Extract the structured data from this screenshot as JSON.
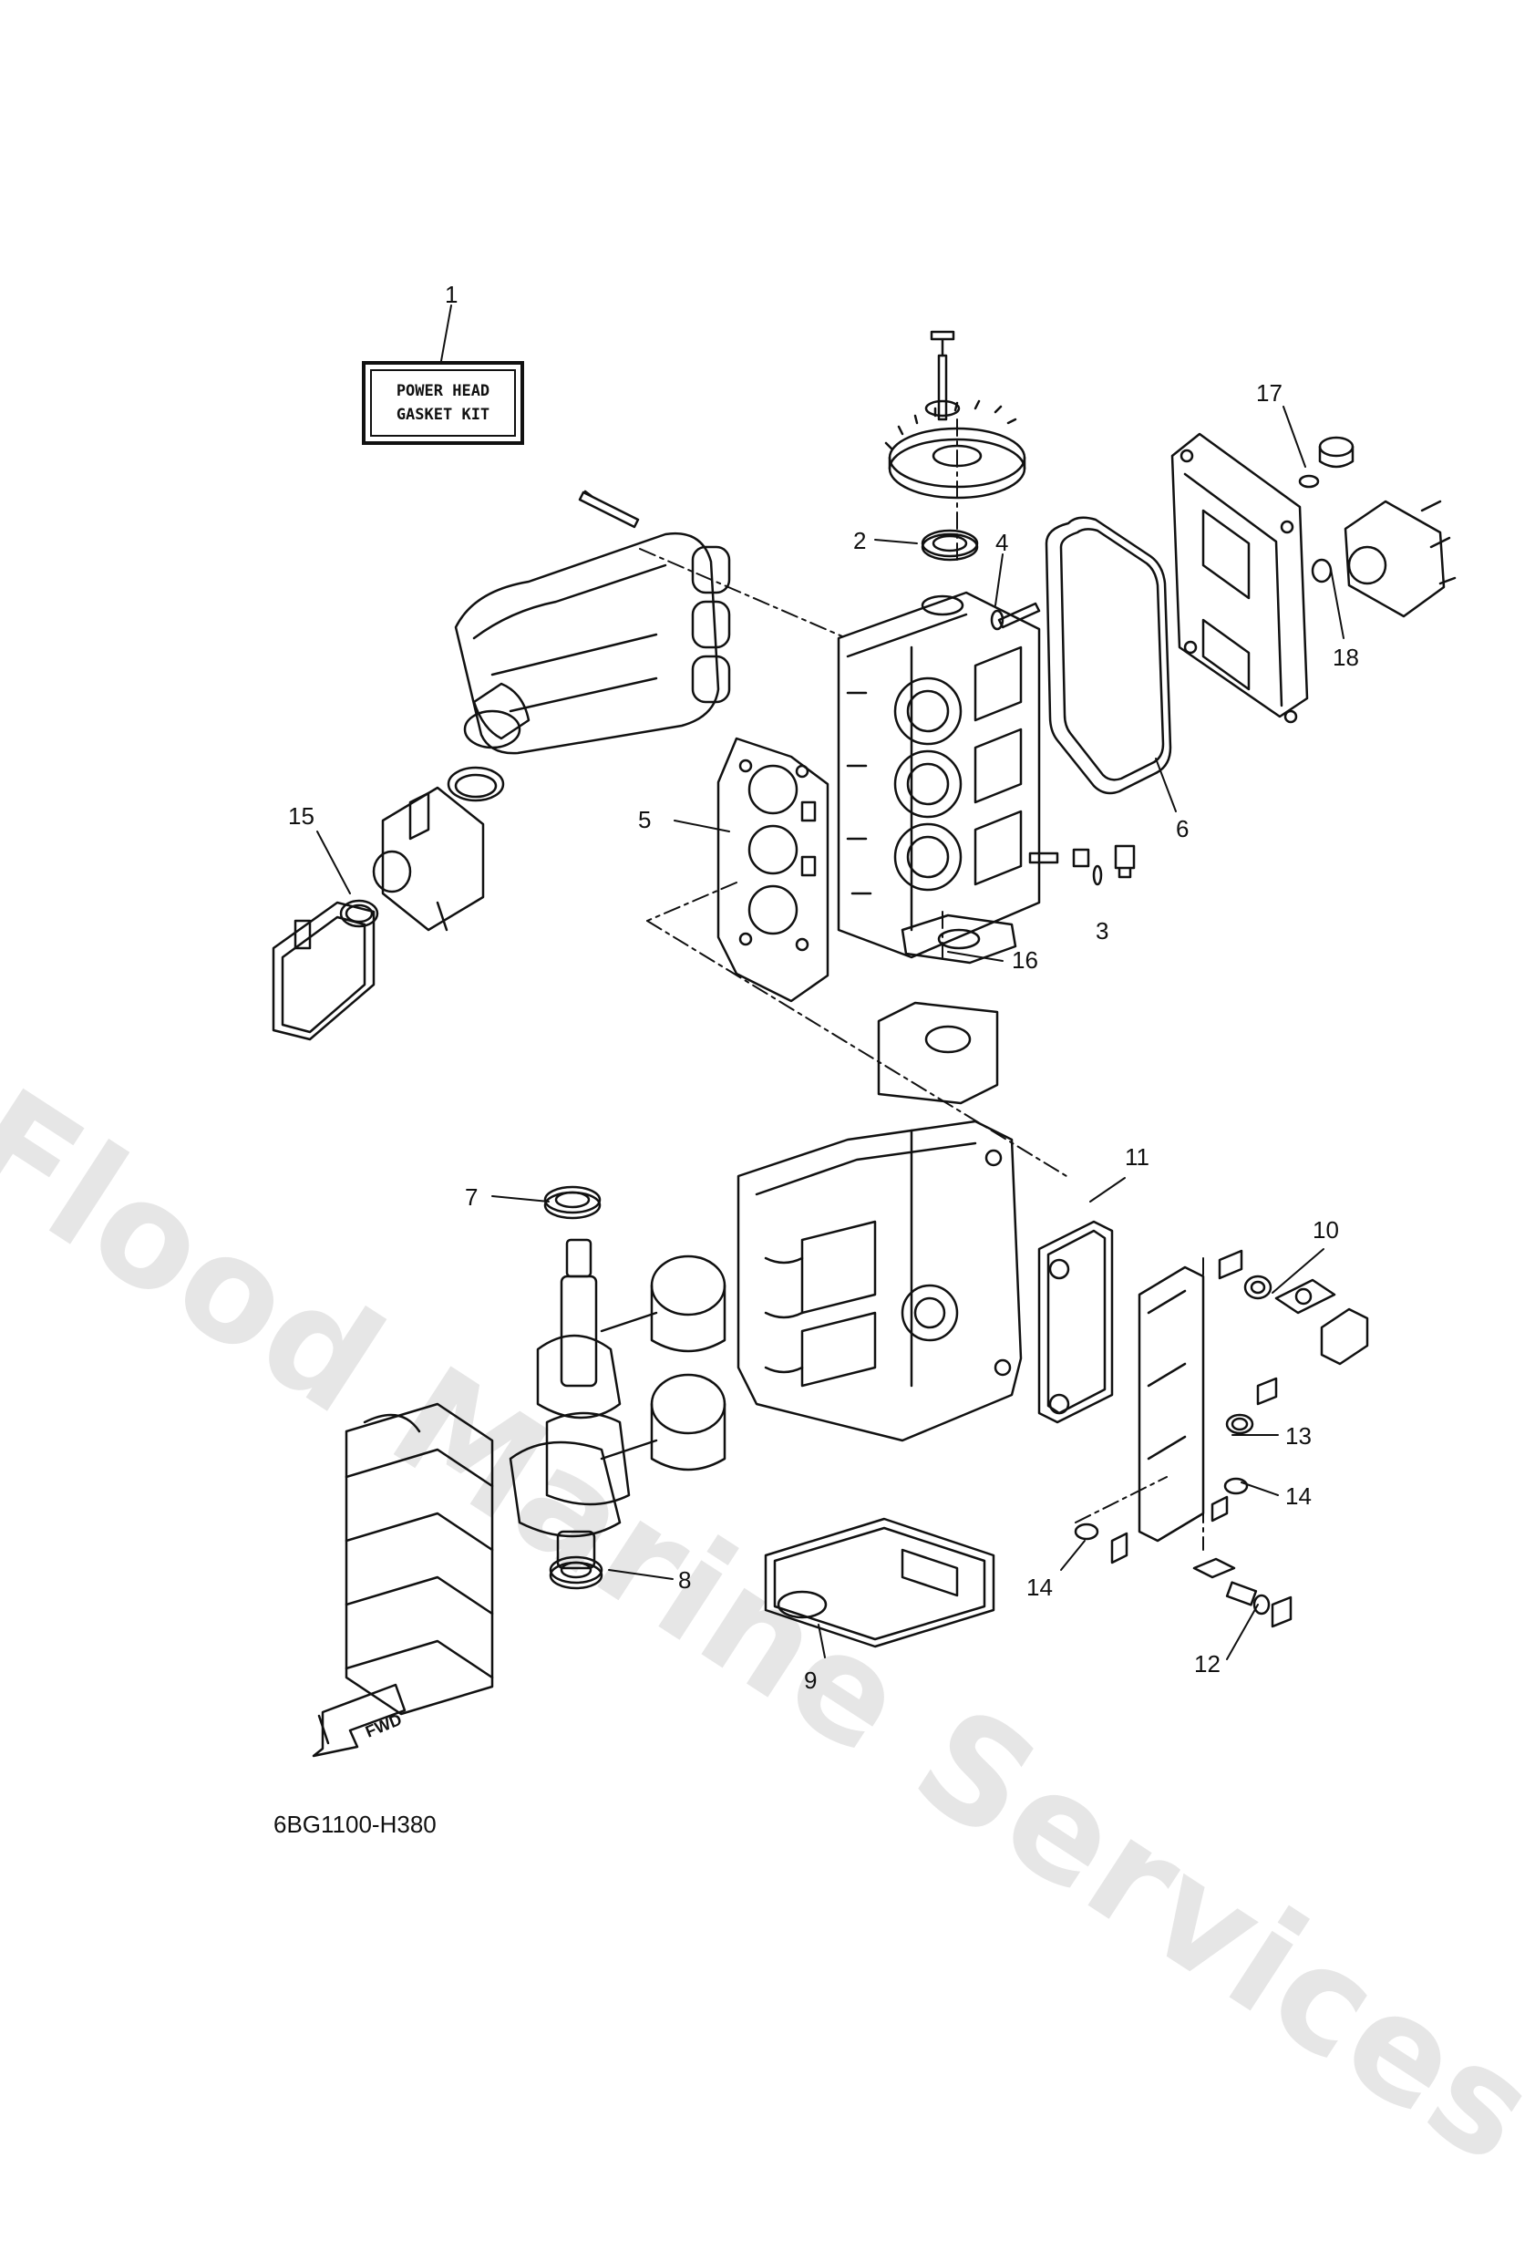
{
  "watermark": "Flood Marine Services",
  "kit_label": {
    "line1": "POWER HEAD",
    "line2": "GASKET KIT"
  },
  "callouts": {
    "c1": "1",
    "c2": "2",
    "c3": "3",
    "c4": "4",
    "c5": "5",
    "c6": "6",
    "c7": "7",
    "c8": "8",
    "c9": "9",
    "c10": "10",
    "c11": "11",
    "c12": "12",
    "c13": "13",
    "c14a": "14",
    "c14b": "14",
    "c15": "15",
    "c16": "16",
    "c17": "17",
    "c18": "18"
  },
  "fwd_label": "FWD",
  "diagram_code": "6BG1100-H380"
}
